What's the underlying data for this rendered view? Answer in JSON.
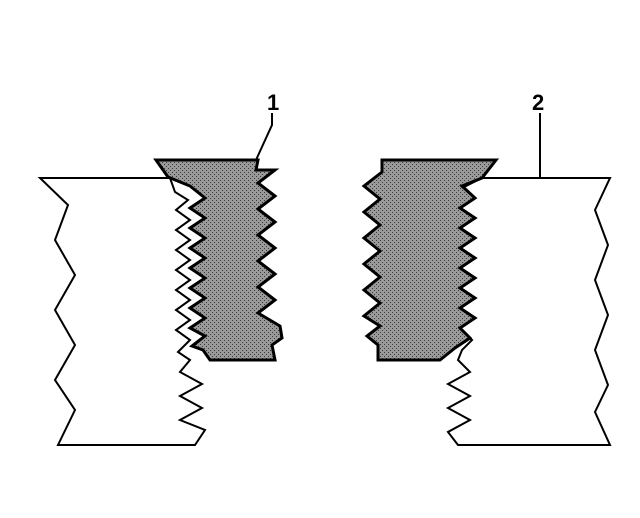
{
  "diagram": {
    "callouts": [
      {
        "id": "1",
        "label": "1",
        "refers_to": "thread-insert"
      },
      {
        "id": "2",
        "label": "2",
        "refers_to": "base-material"
      }
    ],
    "colors": {
      "outline": "#000000",
      "insert_fill": "#8a8a8a",
      "background": "#ffffff"
    }
  }
}
